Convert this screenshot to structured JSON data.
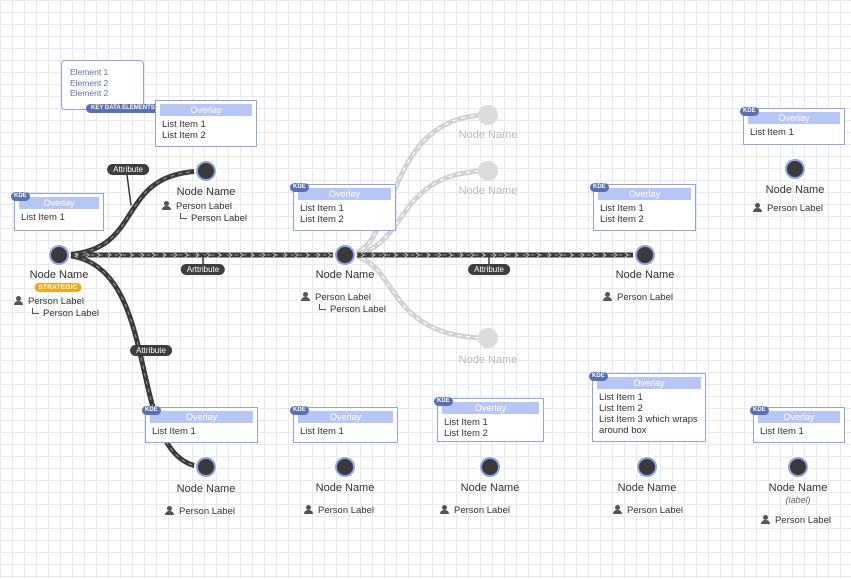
{
  "colors": {
    "edge": "#3a3a3a",
    "ghost_edge": "#d2d2d2",
    "node_ring": "#8fa3e8",
    "overlay_header": "#b8c6f5",
    "kde_badge": "#5a6fb5",
    "strategic_badge": "#f2a81d"
  },
  "kde_legend": {
    "elements": [
      "Element 1",
      "Element 2",
      "Element 2"
    ],
    "tag": "KEY DATA ELEMENTS"
  },
  "attributes": [
    "Attribute",
    "Arttribute",
    "Attribute",
    "Attribute"
  ],
  "nodes": {
    "root": {
      "name": "Node Name",
      "badge": "STRATEGIC",
      "person": "Person Label",
      "sub": "Person Label"
    },
    "upper": {
      "name": "Node Name",
      "person": "Person Label",
      "sub": "Person Label"
    },
    "middle": {
      "name": "Node Name",
      "person": "Person Label",
      "sub": "Person Label"
    },
    "right": {
      "name": "Node Name",
      "person": "Person Label"
    },
    "far_right": {
      "name": "Node Name",
      "person": "Person Label"
    },
    "ghost_1": {
      "name": "Node Name"
    },
    "ghost_2": {
      "name": "Node Name"
    },
    "ghost_3": {
      "name": "Node Name"
    },
    "bottom_1": {
      "name": "Node Name",
      "person": "Person Label"
    },
    "bottom_2": {
      "name": "Node Name",
      "person": "Person Label"
    },
    "bottom_3": {
      "name": "Node Name",
      "person": "Person Label"
    },
    "bottom_4": {
      "name": "Node Name",
      "person": "Person Label"
    },
    "bottom_5": {
      "name": "Node Name",
      "note": "(label)",
      "person": "Person Label"
    }
  },
  "overlays": {
    "title": "Overlay",
    "kde_label": "KDE",
    "root": [
      "List Item 1"
    ],
    "upper": [
      "List Item 1",
      "List Item 2"
    ],
    "middle": [
      "List Item 1",
      "List Item 2"
    ],
    "right": [
      "List Item 1",
      "List Item 2"
    ],
    "far_right": [
      "List Item 1"
    ],
    "bottom_1": [
      "List Item 1"
    ],
    "bottom_2": [
      "List Item 1"
    ],
    "bottom_3": [
      "List Item 1",
      "List Item 2"
    ],
    "bottom_4": [
      "List Item 1",
      "List Item 2",
      "List Item 3 which wraps around box"
    ],
    "bottom_5": [
      "List Item 1"
    ]
  }
}
